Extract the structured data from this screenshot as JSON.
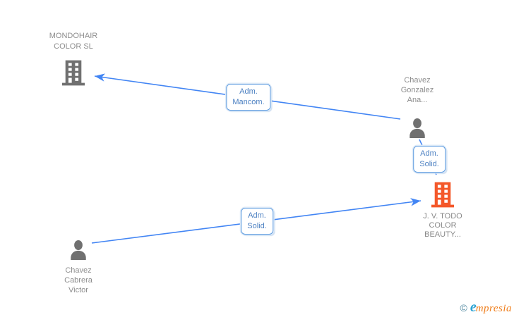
{
  "diagram": {
    "nodes": {
      "mondohair": {
        "entity_type": "company",
        "lines": [
          "MONDOHAIR",
          "COLOR SL"
        ]
      },
      "chavez_gonzalez": {
        "entity_type": "person",
        "lines": [
          "Chavez",
          "Gonzalez",
          "Ana..."
        ]
      },
      "jv_todo": {
        "entity_type": "company",
        "lines": [
          "J. V. TODO",
          "COLOR",
          "BEAUTY..."
        ]
      },
      "chavez_cabrera": {
        "entity_type": "person",
        "lines": [
          "Chavez",
          "Cabrera",
          "Victor"
        ]
      }
    },
    "edges": [
      {
        "from": "chavez_gonzalez",
        "to": "mondohair",
        "label": [
          "Adm.",
          "Mancom."
        ]
      },
      {
        "from": "chavez_gonzalez",
        "to": "jv_todo",
        "label": [
          "Adm.",
          "Solid."
        ]
      },
      {
        "from": "chavez_cabrera",
        "to": "jv_todo",
        "label": [
          "Adm.",
          "Solid."
        ]
      }
    ],
    "colors": {
      "edge_blue": "#4285f4",
      "label_border_blue": "#5e9ce0",
      "label_text_blue": "#4a7fc1",
      "icon_gray": "#707070",
      "text_gray": "#8d8d8d",
      "focus_company_orange": "#f4582a"
    }
  },
  "footer": {
    "copyright_symbol": "©",
    "brand_initial": "e",
    "brand_rest": "mpresia",
    "brand_blue": "#2ba3d4",
    "brand_orange": "#ef7d1a"
  }
}
